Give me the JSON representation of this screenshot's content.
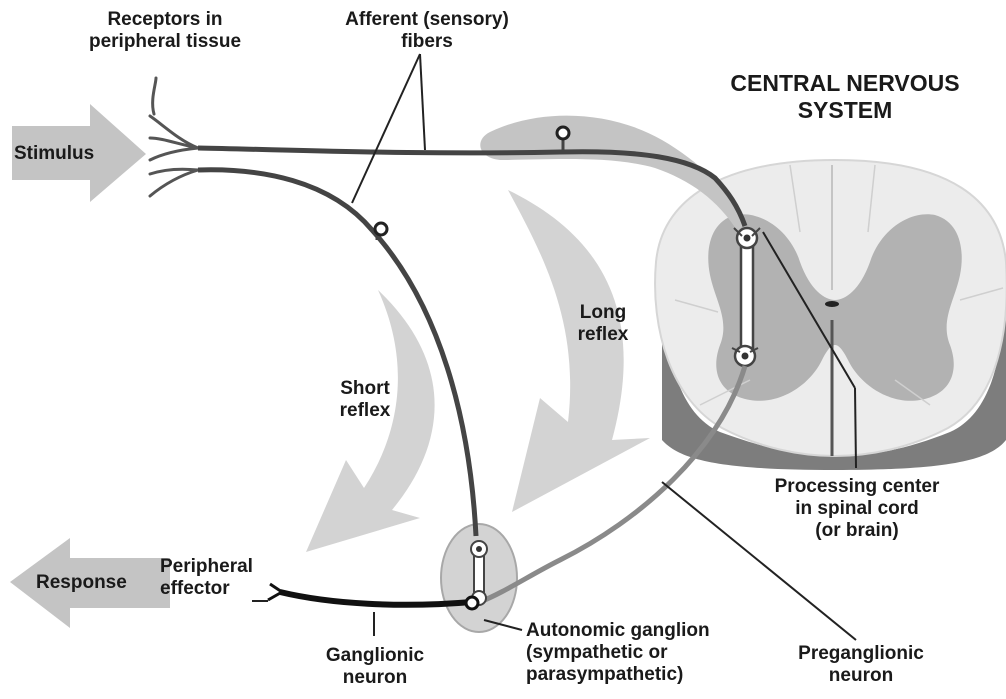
{
  "labels": {
    "receptors": [
      "Receptors in",
      "peripheral tissue"
    ],
    "afferent": [
      "Afferent (sensory)",
      "fibers"
    ],
    "cns": [
      "CENTRAL NERVOUS",
      "SYSTEM"
    ],
    "stimulus": "Stimulus",
    "long_reflex": [
      "Long",
      "reflex"
    ],
    "short_reflex": [
      "Short",
      "reflex"
    ],
    "processing": [
      "Processing center",
      "in spinal cord",
      "(or brain)"
    ],
    "response": "Response",
    "effector": [
      "Peripheral",
      "effector"
    ],
    "ganglionic": [
      "Ganglionic",
      "neuron"
    ],
    "ganglion": [
      "Autonomic ganglion",
      "(sympathetic or",
      "parasympathetic)"
    ],
    "preganglionic": [
      "Preganglionic",
      "neuron"
    ]
  }
}
